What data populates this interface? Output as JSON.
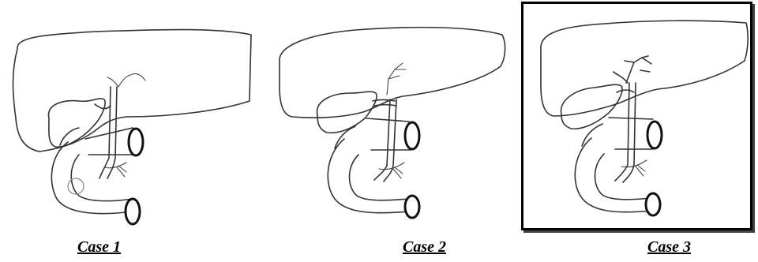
{
  "captions": {
    "case1": "Case 1",
    "case2": "Case 2",
    "case3": "Case 3"
  },
  "colors": {
    "line": "#333333",
    "frame": "#000000",
    "background": "#ffffff"
  }
}
